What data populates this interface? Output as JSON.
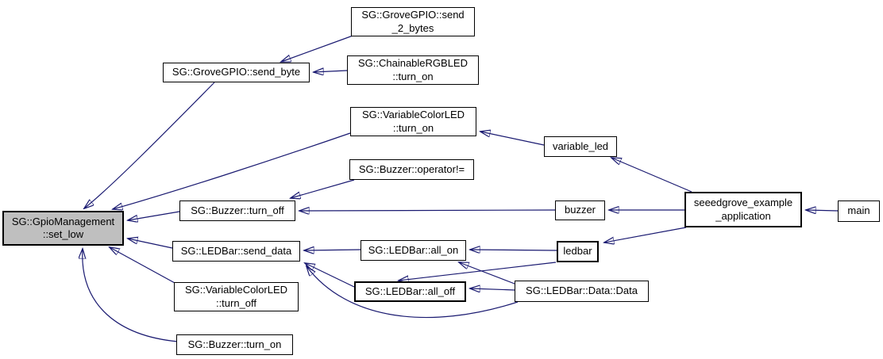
{
  "diagram": {
    "type": "call-graph",
    "colors": {
      "edge": "#191970",
      "node_border": "#000000",
      "node_fill": "#ffffff",
      "highlight_fill": "#bfbfbf",
      "background": "#ffffff"
    },
    "highlighted_node": "gpio_management_set_low",
    "nodes": {
      "gpio_management_set_low": {
        "label": "SG::GpioManagement\n::set_low"
      },
      "grove_gpio_send_byte": {
        "label": "SG::GroveGPIO::send_byte"
      },
      "grove_gpio_send_2_bytes": {
        "label": "SG::GroveGPIO::send\n_2_bytes"
      },
      "chainable_rgbled_turn_on": {
        "label": "SG::ChainableRGBLED\n::turn_on"
      },
      "variable_color_led_turn_on": {
        "label": "SG::VariableColorLED\n::turn_on"
      },
      "buzzer_operator_ne": {
        "label": "SG::Buzzer::operator!="
      },
      "buzzer_turn_off": {
        "label": "SG::Buzzer::turn_off"
      },
      "ledbar_send_data": {
        "label": "SG::LEDBar::send_data"
      },
      "variable_color_led_turn_off": {
        "label": "SG::VariableColorLED\n::turn_off"
      },
      "buzzer_turn_on": {
        "label": "SG::Buzzer::turn_on"
      },
      "ledbar_all_on": {
        "label": "SG::LEDBar::all_on"
      },
      "ledbar_all_off": {
        "label": "SG::LEDBar::all_off"
      },
      "ledbar_data_data": {
        "label": "SG::LEDBar::Data::Data"
      },
      "variable_led": {
        "label": "variable_led"
      },
      "buzzer_obj": {
        "label": "buzzer"
      },
      "ledbar_obj": {
        "label": "ledbar"
      },
      "seeedgrove_example_application": {
        "label": "seeedgrove_example\n_application"
      },
      "main_fn": {
        "label": "main"
      }
    },
    "edges": [
      {
        "from": "grove_gpio_send_2_bytes",
        "to": "grove_gpio_send_byte"
      },
      {
        "from": "chainable_rgbled_turn_on",
        "to": "grove_gpio_send_byte"
      },
      {
        "from": "grove_gpio_send_byte",
        "to": "gpio_management_set_low"
      },
      {
        "from": "variable_color_led_turn_on",
        "to": "gpio_management_set_low"
      },
      {
        "from": "variable_led",
        "to": "variable_color_led_turn_on"
      },
      {
        "from": "seeedgrove_example_application",
        "to": "variable_led"
      },
      {
        "from": "buzzer_operator_ne",
        "to": "buzzer_turn_off"
      },
      {
        "from": "buzzer_obj",
        "to": "buzzer_turn_off"
      },
      {
        "from": "seeedgrove_example_application",
        "to": "buzzer_obj"
      },
      {
        "from": "buzzer_turn_off",
        "to": "gpio_management_set_low"
      },
      {
        "from": "ledbar_all_on",
        "to": "ledbar_send_data"
      },
      {
        "from": "ledbar_all_off",
        "to": "ledbar_send_data"
      },
      {
        "from": "ledbar_data_data",
        "to": "ledbar_send_data"
      },
      {
        "from": "ledbar_obj",
        "to": "ledbar_all_on"
      },
      {
        "from": "ledbar_obj",
        "to": "ledbar_all_off"
      },
      {
        "from": "ledbar_data_data",
        "to": "ledbar_all_on"
      },
      {
        "from": "ledbar_data_data",
        "to": "ledbar_all_off"
      },
      {
        "from": "seeedgrove_example_application",
        "to": "ledbar_obj"
      },
      {
        "from": "ledbar_send_data",
        "to": "gpio_management_set_low"
      },
      {
        "from": "variable_color_led_turn_off",
        "to": "gpio_management_set_low"
      },
      {
        "from": "buzzer_turn_on",
        "to": "gpio_management_set_low"
      },
      {
        "from": "main_fn",
        "to": "seeedgrove_example_application"
      }
    ]
  }
}
